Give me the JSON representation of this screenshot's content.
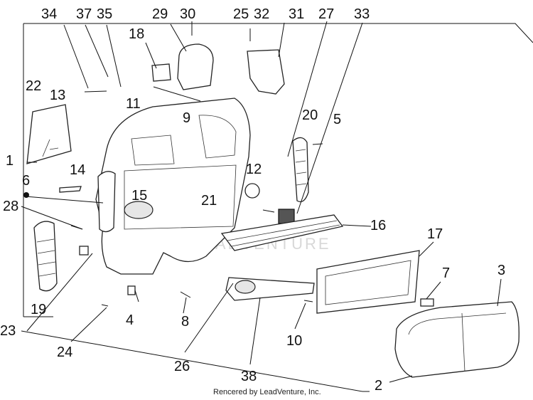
{
  "diagram": {
    "callouts": [
      "34",
      "37",
      "35",
      "29",
      "30",
      "25",
      "32",
      "31",
      "27",
      "33",
      "18",
      "22",
      "13",
      "11",
      "9",
      "20",
      "5",
      "1",
      "14",
      "6",
      "12",
      "15",
      "21",
      "28",
      "16",
      "17",
      "7",
      "3",
      "19",
      "23",
      "4",
      "8",
      "10",
      "24",
      "26",
      "38",
      "2"
    ],
    "watermark": "LEADVENTURE",
    "credit": "Rencered by LeadVenture, Inc."
  }
}
